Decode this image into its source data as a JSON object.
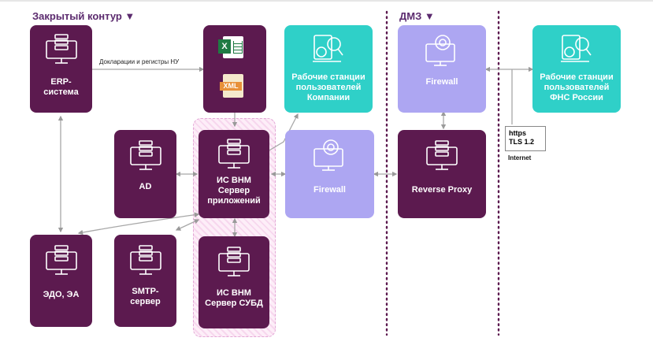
{
  "zones": {
    "closed": "Закрытый контур ▼",
    "dmz": "ДМЗ ▼"
  },
  "nodes": {
    "erp": "ERP-\nсистема",
    "excel_icon": "X",
    "xml_icon": "XML",
    "workstations_company": "Рабочие станции\nпользователей\nКомпании",
    "firewall_dmz": "Firewall",
    "workstations_fns": "Рабочие станции\nпользователей\nФНС России",
    "ad": "AD",
    "app_server": "ИС ВНМ\nСервер\nприложений",
    "firewall_inner": "Firewall",
    "reverse_proxy": "Reverse Proxy",
    "edo": "ЭДО, ЭА",
    "smtp": "SMTP-\nсервер",
    "db_server": "ИС ВНМ\nСервер СУБД"
  },
  "edge_labels": {
    "erp_to_docs": "Докларации и регистры НУ"
  },
  "connection": {
    "protocol": "https\nTLS 1.2",
    "network": "Internet"
  },
  "colors": {
    "dark": "#5c1a4f",
    "teal": "#2fd0c8",
    "lavender": "#ada6f2",
    "zone_text": "#5b2a6e",
    "divider": "#5c1a4f"
  }
}
